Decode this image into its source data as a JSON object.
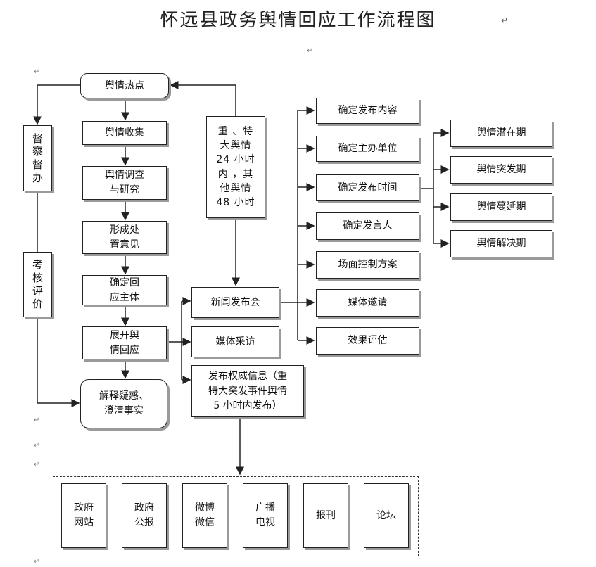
{
  "title": "怀远县政务舆情回应工作流程图",
  "nodes": {
    "hotspot": "舆情热点",
    "collect": "舆情收集",
    "investigate": "舆情调查\n与研究",
    "opinion": "形成处\n置意见",
    "subject": "确定回\n应主体",
    "respond": "展开舆\n情回应",
    "clarify": "解释疑惑、\n澄清事实",
    "supervise": "督\n察\n督\n办",
    "evaluate": "考\n核\n评\n价",
    "timeLimit": "重 、特\n大舆情\n24 小时\n内 ，其\n他舆情\n48 小时",
    "pressConf": "新闻发布会",
    "interview": "媒体采访",
    "release": "发布权威信息（重\n特大突发事件舆情\n5 小时内发布）"
  },
  "pressItems": [
    "确定发布内容",
    "确定主办单位",
    "确定发布时间",
    "确定发言人",
    "场面控制方案",
    "媒体邀请",
    "效果评估"
  ],
  "phases": [
    "舆情潜在期",
    "舆情突发期",
    "舆情蔓延期",
    "舆情解决期"
  ],
  "channels": [
    "政府\n网站",
    "政府\n公报",
    "微博\n微信",
    "广播\n电视",
    "报刊",
    "论坛"
  ]
}
